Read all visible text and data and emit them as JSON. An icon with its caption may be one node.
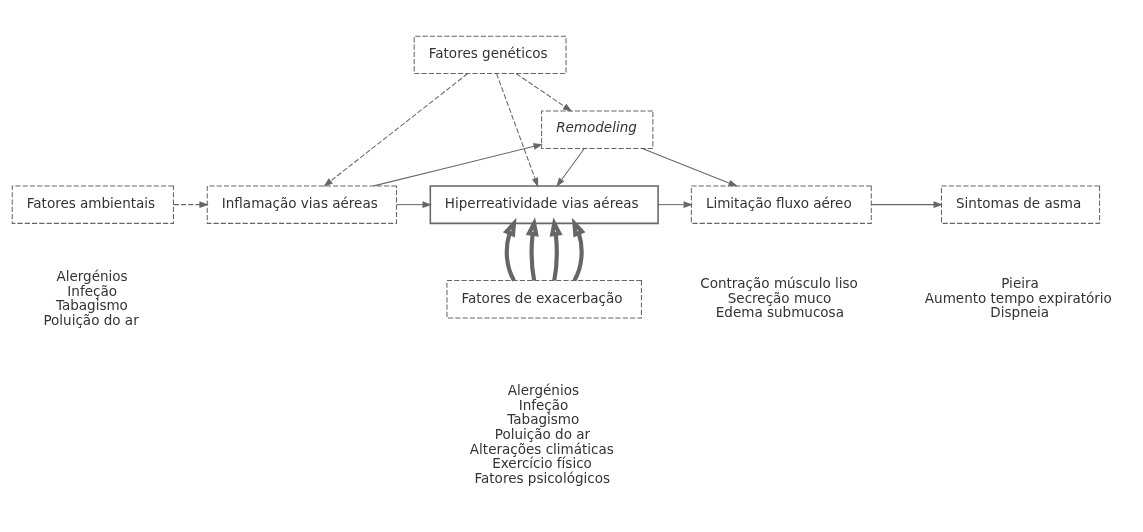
{
  "diagram": {
    "nodes": [
      {
        "text": [
          "Fatores genéticos"
        ]
      },
      {
        "text": [
          "Remodeling"
        ]
      },
      {
        "text": [
          "Fatores ambientais"
        ],
        "beside": [
          "Alergénios",
          "Infeção",
          "Tabagismo",
          "Poluição do ar"
        ]
      },
      {
        "text": [
          "Inflamação vias aéreas"
        ]
      },
      {
        "text": [
          "Hiperreatividade vias aéreas"
        ]
      },
      {
        "text": [
          "Limitação fluxo aéreo"
        ],
        "beside": [
          "Contração músculo liso",
          "Secreção muco",
          "Edema submucosa"
        ]
      },
      {
        "text": [
          "Sintomas de asma"
        ],
        "beside": [
          "Pieira",
          "Aumento tempo expiratório",
          "Dispneia"
        ]
      },
      {
        "text": [
          "Fatores de exacerbação"
        ],
        "beside": [
          "Alergénios",
          "Infeção",
          "Tabagismo",
          "Poluição do ar",
          "Alterações climáticas",
          "Exercício físico",
          "Fatores psicológicos"
        ]
      }
    ],
    "edges": [
      {
        "from": 0,
        "to": 3,
        "arrow": "to",
        "style": "dashed"
      },
      {
        "from": 0,
        "to": 1,
        "arrow": "to",
        "style": "dashed"
      },
      {
        "from": 0,
        "to": 4,
        "arrow": "to",
        "style": "dashed"
      },
      {
        "from": 2,
        "to": 3,
        "arrow": "to",
        "style": "dashed"
      },
      {
        "from": 3,
        "to": 1,
        "arrow": "to"
      },
      {
        "from": 3,
        "to": 4,
        "arrow": "to"
      },
      {
        "from": 1,
        "to": 4,
        "arrow": "to"
      },
      {
        "from": 1,
        "to": 5,
        "arrow": "to"
      },
      {
        "from": 4,
        "to": 5,
        "arrow": "to"
      },
      {
        "from": 5,
        "to": 6,
        "arrow": "to"
      },
      {
        "from": 7,
        "to": 4,
        "arrow": "to",
        "style": "thick"
      },
      {
        "from": 7,
        "to": 4,
        "arrow": "to",
        "style": "thick"
      },
      {
        "from": 7,
        "to": 4,
        "arrow": "to",
        "style": "thick"
      },
      {
        "from": 7,
        "to": 4,
        "arrow": "to",
        "style": "thick"
      }
    ]
  }
}
